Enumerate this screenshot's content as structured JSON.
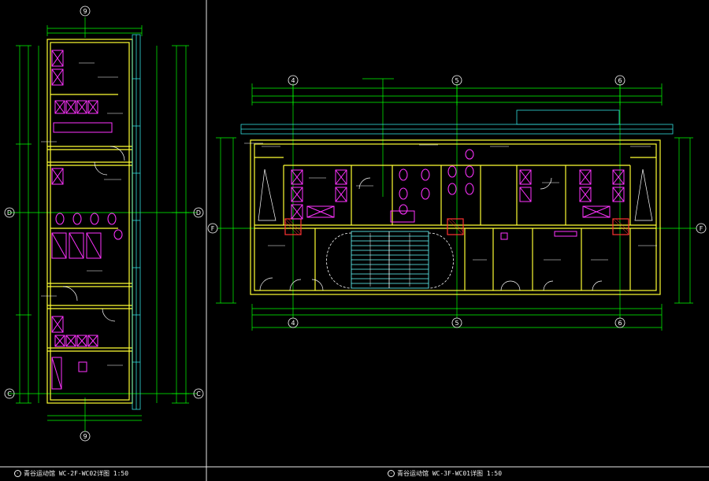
{
  "colors": {
    "background": "#000000",
    "wall": "#ffff33",
    "dimension": "#00ff00",
    "fixture": "#ff33ff",
    "axis": "#ffffff",
    "glazing": "#33dddd",
    "hatch": "#ff3333",
    "stair": "#66ffff"
  },
  "left_plan": {
    "grid_top": "9",
    "grid_bottom": "9",
    "grid_left_upper": "D",
    "grid_right_upper": "D",
    "grid_left_lower": "C",
    "grid_right_lower": "C",
    "caption": "青谷运动馆 WC-2F-WC02详图 1:50"
  },
  "right_plan": {
    "grid_top": [
      "4",
      "5",
      "6"
    ],
    "grid_bottom": [
      "4",
      "5",
      "6"
    ],
    "grid_left": "F",
    "grid_right": "F",
    "caption": "青谷运动馆 WC-3F-WC01详图 1:50"
  }
}
